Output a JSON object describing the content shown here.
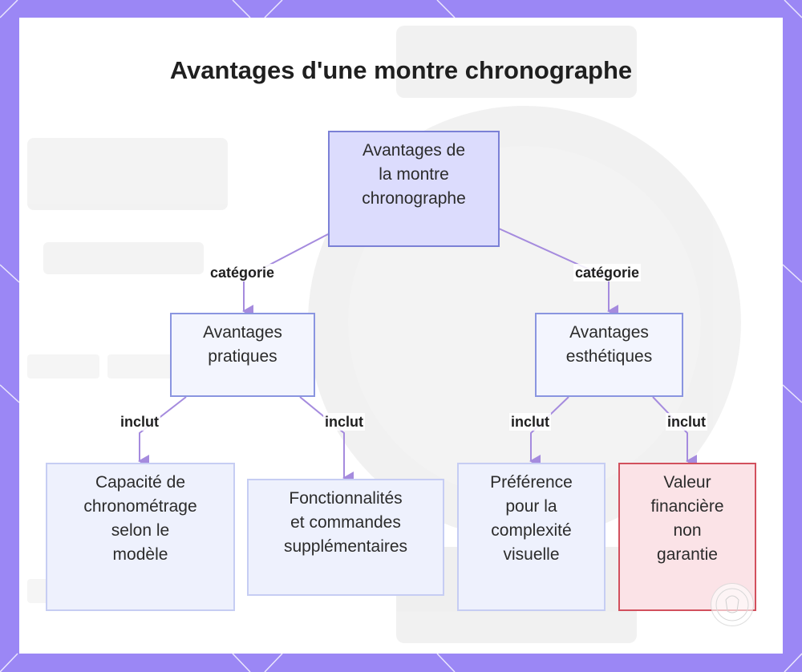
{
  "title": "Avantages d'une montre chronographe",
  "nodes": {
    "root": [
      "Avantages de",
      "la montre",
      "chronographe"
    ],
    "practical": [
      "Avantages",
      "pratiques"
    ],
    "aesthetic": [
      "Avantages",
      "esthétiques"
    ],
    "timing": [
      "Capacité de",
      "chronométrage",
      "selon le",
      "modèle"
    ],
    "features": [
      "Fonctionnalités",
      "et commandes",
      "supplémentaires"
    ],
    "complexity": [
      "Préférence",
      "pour la",
      "complexité",
      "visuelle"
    ],
    "value": [
      "Valeur",
      "financière",
      "non",
      "garantie"
    ]
  },
  "edges": {
    "root_practical": "catégorie",
    "root_aesthetic": "catégorie",
    "practical_timing": "inclut",
    "practical_features": "inclut",
    "aesthetic_complexity": "inclut",
    "aesthetic_value": "inclut"
  },
  "colors": {
    "frame": "#9b87f5",
    "edge": "#a58bde",
    "root_fill": "#dcdcfd",
    "warn_border": "#d2505d"
  },
  "icons": {
    "logo": "watch-brand-logo-icon"
  }
}
